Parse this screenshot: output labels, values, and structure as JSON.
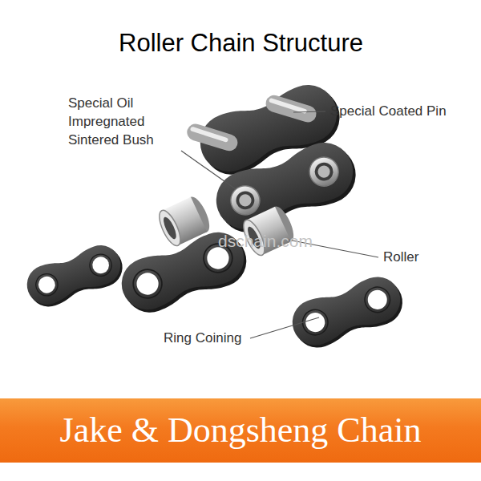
{
  "diagram": {
    "title": "Roller Chain Structure",
    "nodes": [
      {
        "text": [
          "Jake & Dongsheng Chain"
        ]
      }
    ],
    "labels": [
      "Special Oil Impregnated Sintered Bush",
      "Special Coated Pin",
      "Roller",
      "Ring Coining",
      "dschain.com"
    ]
  }
}
